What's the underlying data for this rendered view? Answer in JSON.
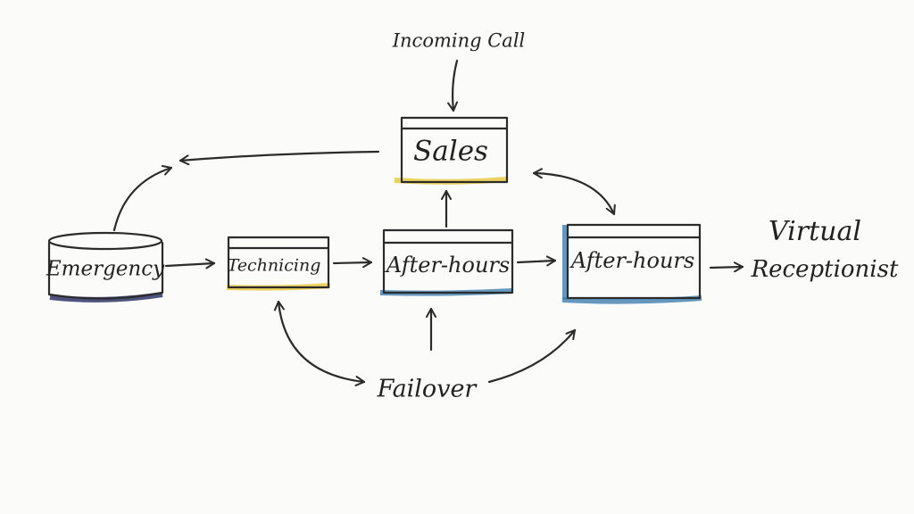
{
  "diagram": {
    "incoming": "Incoming Call",
    "sales": "Sales",
    "emergency": "Emergency",
    "technicing": "Technicing",
    "after_hours_1": "After-hours",
    "after_hours_2": "After-hours",
    "virtual_line1": "Virtual",
    "virtual_line2": "Receptionist",
    "failover": "Failover"
  },
  "colors": {
    "ink": "#2b2b2b",
    "highlight_yellow": "#e8c93a",
    "highlight_blue": "#3f7fb0",
    "highlight_navy": "#2d3565"
  }
}
